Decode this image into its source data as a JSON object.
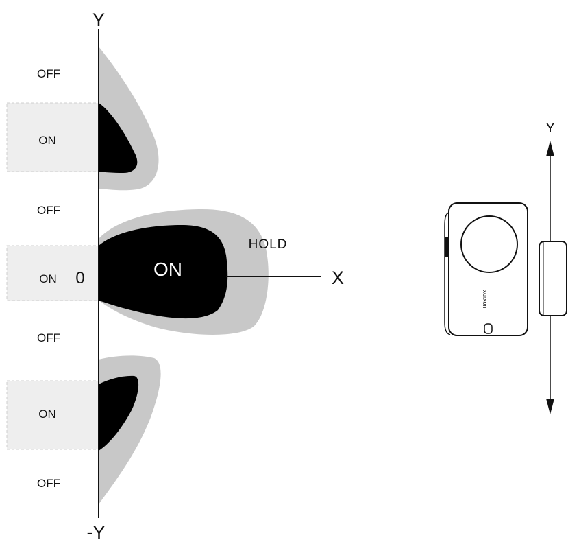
{
  "axes": {
    "y_top": "Y",
    "y_bottom": "-Y",
    "x": "X",
    "origin": "0"
  },
  "zones": [
    {
      "label": "OFF",
      "state": "off"
    },
    {
      "label": "ON",
      "state": "on"
    },
    {
      "label": "OFF",
      "state": "off"
    },
    {
      "label": "ON",
      "state": "on"
    },
    {
      "label": "OFF",
      "state": "off"
    },
    {
      "label": "ON",
      "state": "on"
    },
    {
      "label": "OFF",
      "state": "off"
    }
  ],
  "regions": {
    "hold": "HOLD",
    "center_on": "ON"
  },
  "device": {
    "axis_label": "Y",
    "brand": "xorxon"
  },
  "colors": {
    "on_region": "#000000",
    "hold_region": "#c8c8c8",
    "on_band": "#eeeeee",
    "line": "#111111"
  }
}
